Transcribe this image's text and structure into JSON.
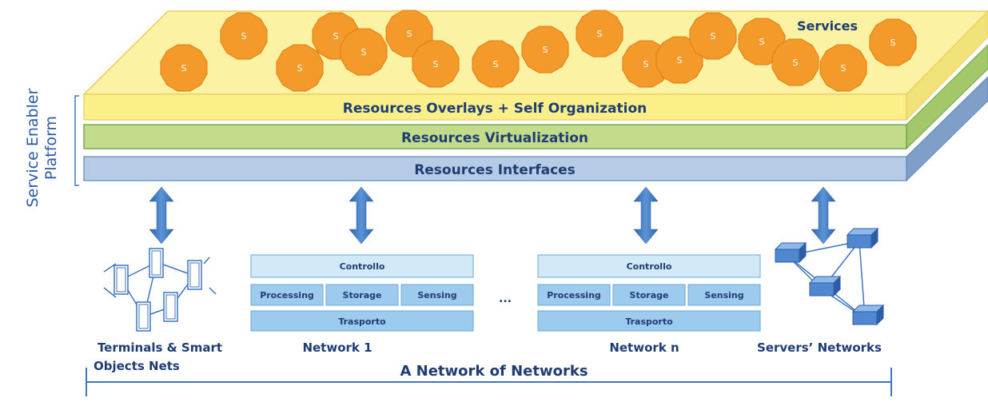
{
  "platform": {
    "side_label_line1": "Service Enabler",
    "side_label_line2": "Platform"
  },
  "layers": {
    "services_label": "Services",
    "service_coin_label": "S",
    "overlays_label": "Resources Overlays + Self Organization",
    "virtualization_label": "Resources Virtualization",
    "interfaces_label": "Resources Interfaces"
  },
  "network_stack": {
    "controllo": "Controllo",
    "processing": "Processing",
    "storage": "Storage",
    "sensing": "Sensing",
    "trasporto": "Trasporto"
  },
  "ellipsis": "...",
  "bottom": {
    "terminals_line1": "Terminals & Smart",
    "terminals_line2": "Objects Nets",
    "network1": "Network 1",
    "networkn": "Network n",
    "servers": "Servers’ Networks",
    "footer": "A Network of Networks"
  },
  "colors": {
    "services_fill": "#fbf3a3",
    "services_edge": "#e9cf58",
    "overlays_fill": "#fbef8a",
    "virtualization_fill": "#c2dc8c",
    "interfaces_fill": "#b6cbe6",
    "coin_fill": "#f39a2a",
    "arrow_fill": "#3f76bd",
    "stack_fill": "#9dcbed",
    "stack_top_fill": "#d2eaf8",
    "label_color": "#1f3d73"
  }
}
